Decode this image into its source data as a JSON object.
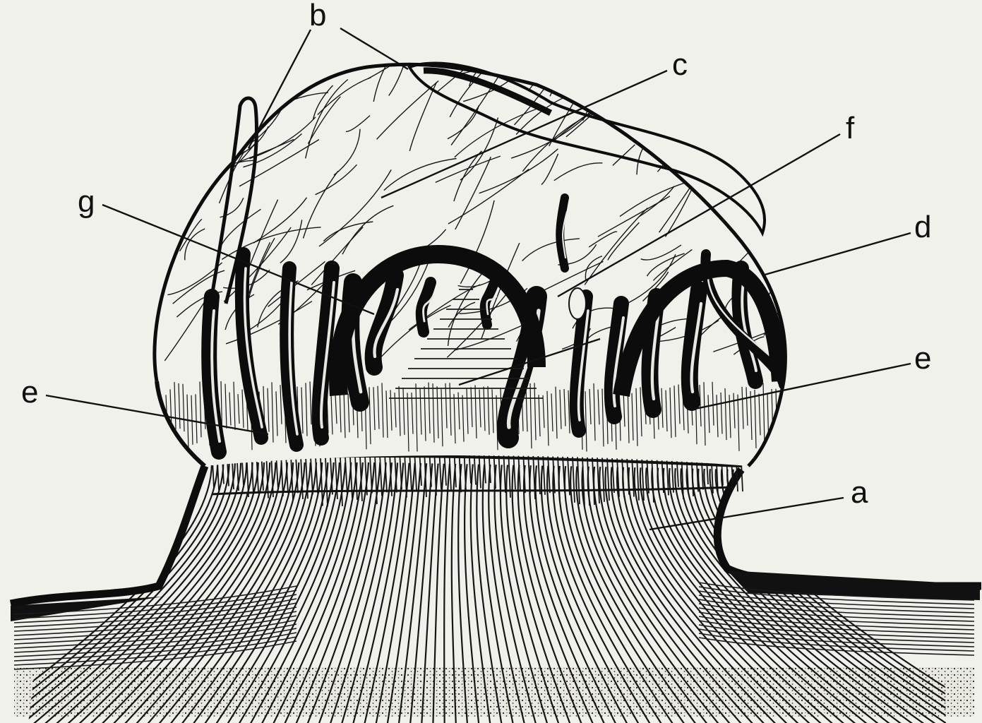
{
  "figure": {
    "labels": {
      "a": "a",
      "b": "b",
      "c": "c",
      "d": "d",
      "e_left": "e",
      "e_right": "e",
      "f": "f",
      "g": "g"
    },
    "ink_color": "#111111",
    "paper_color": "#f1f1ec"
  }
}
